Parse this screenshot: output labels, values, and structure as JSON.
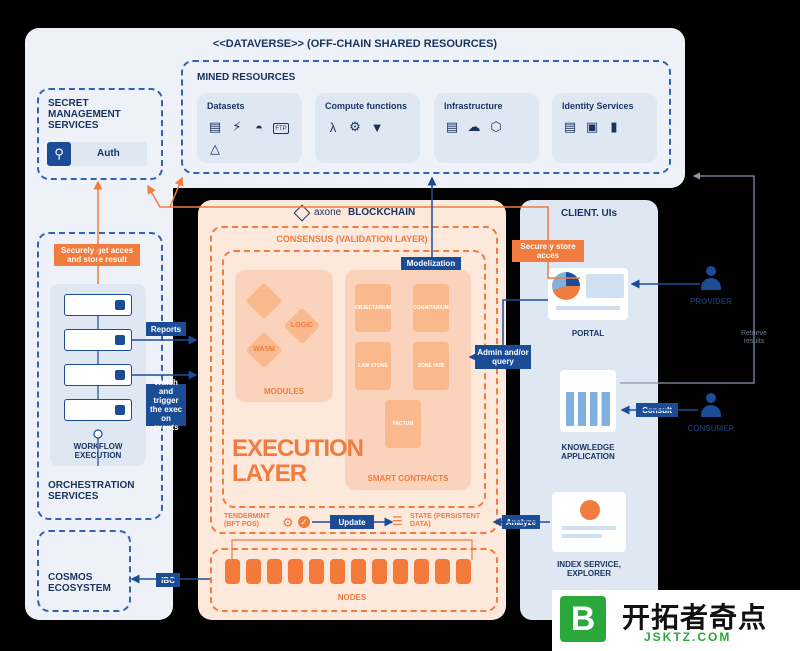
{
  "dataverse": {
    "title": "<<DATAVERSE>> (OFF-CHAIN SHARED RESOURCES)",
    "mined_title": "MINED RESOURCES",
    "cards": [
      {
        "label": "Datasets"
      },
      {
        "label": "Compute functions"
      },
      {
        "label": "Infrastructure"
      },
      {
        "label": "Identity Services"
      }
    ]
  },
  "secret": {
    "title": "SECRET MANAGEMENT SERVICES",
    "auth": "Auth"
  },
  "orchestration": {
    "title": "ORCHESTRATION SERVICES",
    "workflow": "WORKFLOW EXECUTION",
    "securely_get": "Securely get acces and store result",
    "reports": "Reports",
    "watch": "Watch and trigger the exec on events"
  },
  "cosmos": {
    "title": "COSMOS ECOSYSTEM",
    "ibc": "IBC"
  },
  "blockchain": {
    "brand": "axone",
    "title": "BLOCKCHAIN",
    "consensus": "CONSENSUS (VALIDATION LAYER)",
    "modelization": "Modelization",
    "modules": "MODULES",
    "module_items": [
      "LOGIC",
      "WASM"
    ],
    "smart_contracts": "SMART CONTRACTS",
    "contracts": [
      "OBJECTARIUM",
      "COGNITARIUM",
      "LAW STONE",
      "ZONE HUB",
      "PACTUM"
    ],
    "execution": "EXECUTION LAYER",
    "tendermint": "TENDERMINT (BFT POS)",
    "update": "Update",
    "state": "STATE (PERSISTENT DATA)",
    "nodes": "NODES"
  },
  "clients": {
    "title": "CLIENT. UIs",
    "securely_store": "Securely store acces",
    "portal": "PORTAL",
    "admin": "Admin and/or query",
    "provider": "PROVIDER",
    "retrieve": "Retrieve results",
    "consult": "Consult",
    "knowledge": "KNOWLEDGE APPLICATION",
    "consumer": "CONSUMER",
    "analyze": "Analyze",
    "index": "INDEX SERVICE, EXPLORER"
  },
  "watermark": {
    "text": "开拓者奇点",
    "sub": "JSKTZ.COM"
  },
  "colors": {
    "navy": "#17335f",
    "blue": "#1b4d96",
    "orange": "#f07c3f",
    "panel": "#eef2f8",
    "peach": "#fde8dc"
  }
}
